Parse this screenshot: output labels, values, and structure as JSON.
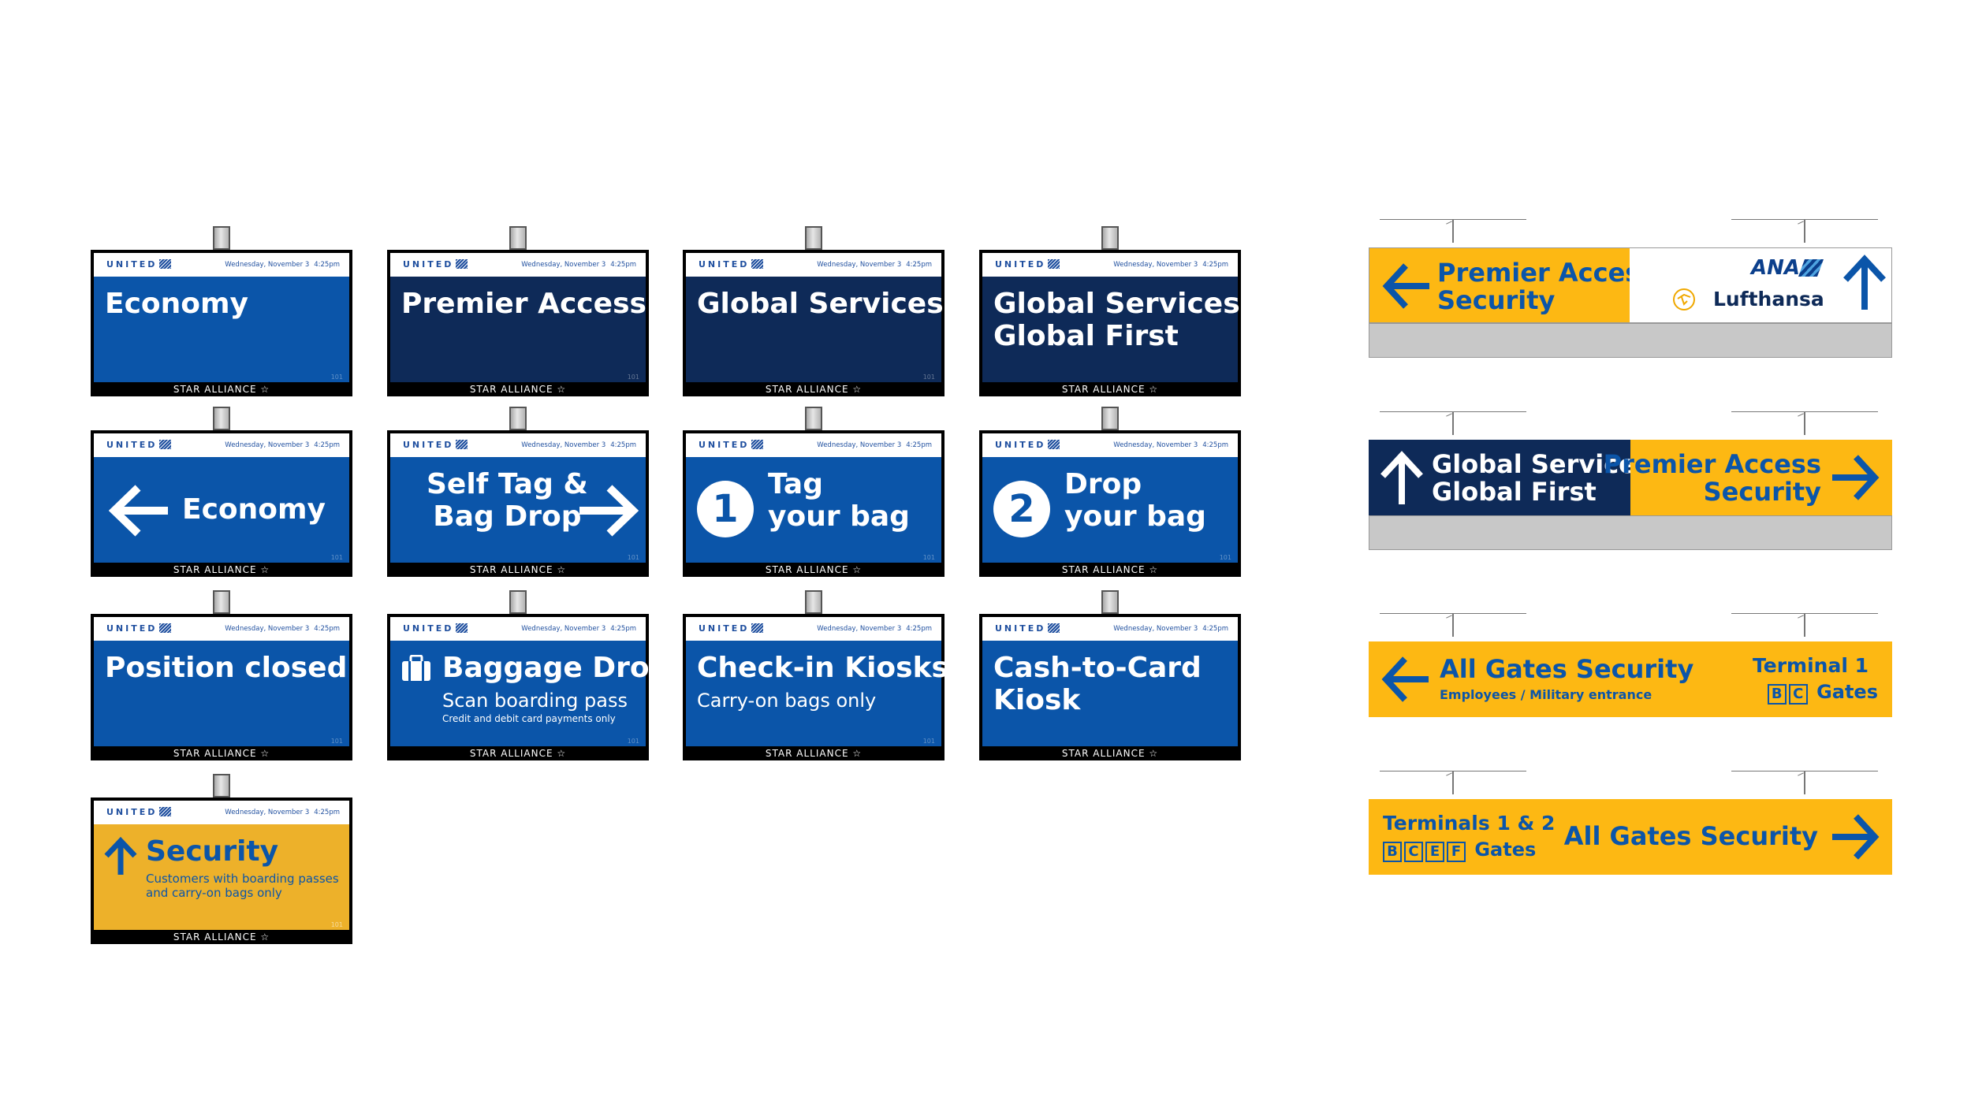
{
  "common": {
    "brand": "UNITED",
    "date": "Wednesday, November 3",
    "time": "4:25pm",
    "footer": "STAR ALLIANCE ☆",
    "num": "101"
  },
  "screens": {
    "s1": {
      "title": "Economy"
    },
    "s2": {
      "title": "Premier Access"
    },
    "s3": {
      "title": "Global Services"
    },
    "s4": {
      "line1": "Global Services",
      "line2": "Global First"
    },
    "s5": {
      "title": "Economy"
    },
    "s6": {
      "line1": "Self Tag &",
      "line2": "Bag Drop"
    },
    "s7": {
      "num": "1",
      "line1": "Tag",
      "line2": "your bag"
    },
    "s8": {
      "num": "2",
      "line1": "Drop",
      "line2": "your bag"
    },
    "s9": {
      "title": "Position closed"
    },
    "s10": {
      "title": "Baggage Drop",
      "sub": "Scan boarding pass",
      "small": "Credit and debit card payments only"
    },
    "s11": {
      "title": "Check-in Kiosks",
      "sub": "Carry-on bags only"
    },
    "s12": {
      "line1": "Cash-to-Card",
      "line2": "Kiosk"
    },
    "s13": {
      "title": "Security",
      "sub1": "Customers with boarding passes",
      "sub2": "and carry-on bags only"
    }
  },
  "signs": {
    "sign1": {
      "line1": "Premier Access",
      "line2": "Security",
      "logo1": "ANA",
      "logo2": "Lufthansa"
    },
    "sign2": {
      "left1": "Global Services",
      "left2": "Global First",
      "right1": "Premier Access",
      "right2": "Security"
    },
    "sign3": {
      "title": "All Gates Security",
      "sub": "Employees / Military entrance",
      "terminal": "Terminal 1",
      "gates": [
        "B",
        "C"
      ],
      "gates_label": "Gates"
    },
    "sign4": {
      "terminal": "Terminals 1 & 2",
      "gates": [
        "B",
        "C",
        "E",
        "F"
      ],
      "gates_label": "Gates",
      "title": "All Gates Security"
    }
  },
  "colors": {
    "united_blue": "#0b55a9",
    "navy": "#0e2a58",
    "gold": "#fdb813",
    "screen_gold": "#edb12a"
  }
}
